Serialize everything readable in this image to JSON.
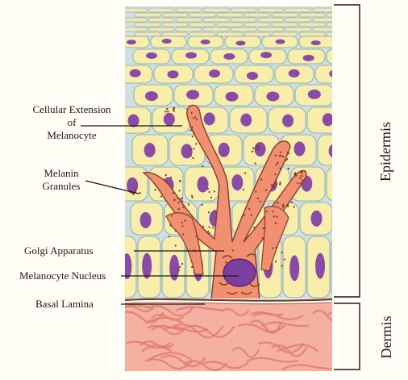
{
  "labels": {
    "extension_line1": "Cellular Extension",
    "extension_line2": "of",
    "extension_line3": "Melanocyte",
    "granules_line1": "Melanin",
    "granules_line2": "Granules",
    "golgi": "Golgi Apparatus",
    "nucleus": "Melanocyte Nucleus",
    "basal": "Basal Lamina"
  },
  "regions": {
    "epidermis": "Epidermis",
    "dermis": "Dermis"
  },
  "colors": {
    "keratinocyte_fill": "#f8eeaa",
    "cell_outline": "#8fb4b8",
    "nucleus": "#8a4aa8",
    "melanocyte": "#f09070",
    "granule": "#7a3a20",
    "dermis": "#f4b0a0",
    "dermis_fiber": "#e07b70",
    "stratum_corneum": "#f2e6b4"
  }
}
